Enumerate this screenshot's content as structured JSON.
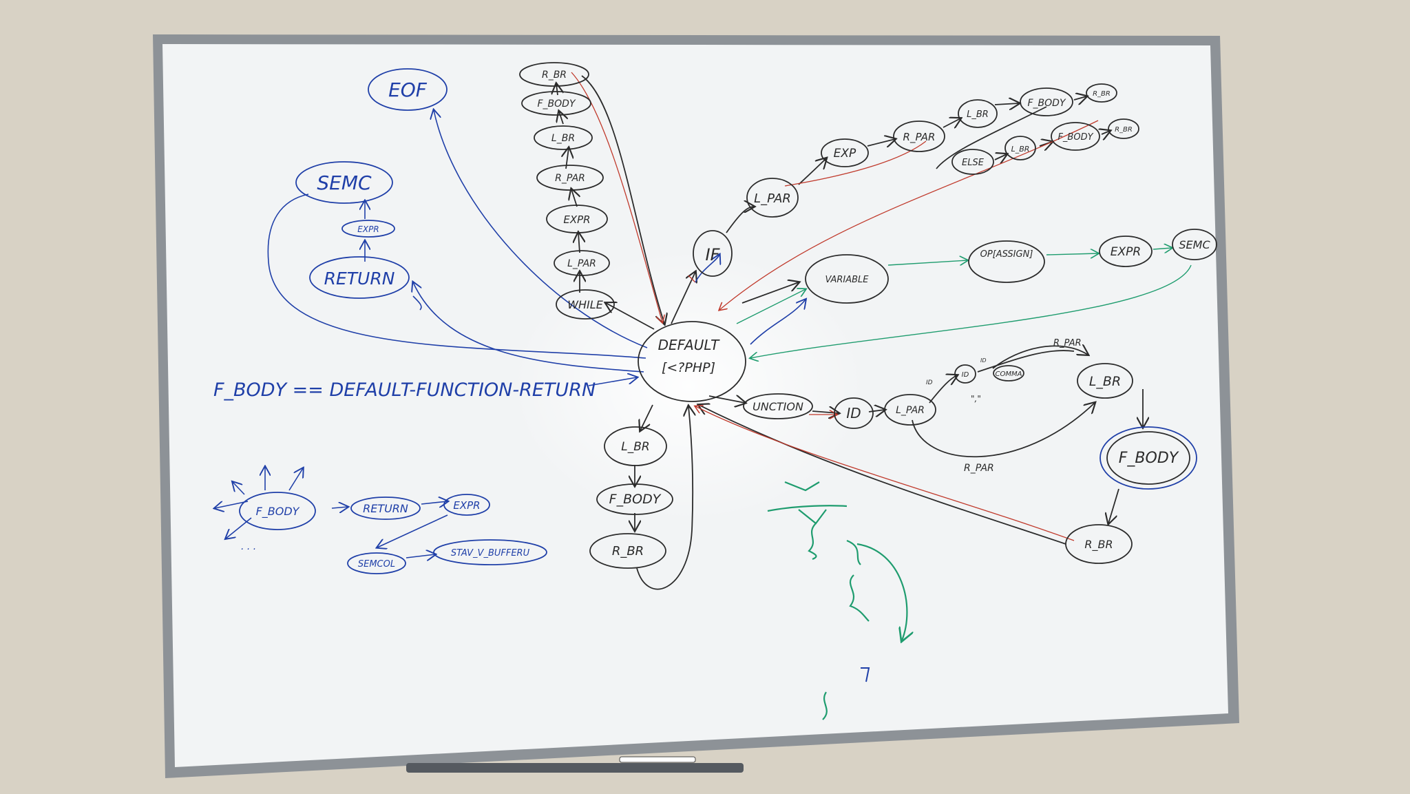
{
  "colors": {
    "wall": "#d9d3c6",
    "frame": "#8d9297",
    "board": "#f2f4f5",
    "ink_black": "#2b2b2b",
    "ink_blue": "#1f3fa8",
    "ink_red": "#c0392b",
    "ink_green": "#1e9c6e"
  },
  "diagram": {
    "nodes": {
      "eof": "EOF",
      "semc_left": "SEMC",
      "expr_small": "EXPR",
      "return_left": "RETURN",
      "r_br_top": "R_BR",
      "f_body_top": "F_BODY",
      "l_br_top": "L_BR",
      "r_par_top": "R_PAR",
      "expr_top": "EXPR",
      "l_par_top": "L_PAR",
      "while": "WHILE",
      "default_1": "DEFAULT",
      "default_2": "[<?PHP]",
      "if": "IF",
      "l_par_if": "L_PAR",
      "exp_if": "EXP",
      "r_par_if": "R_PAR",
      "l_br_if": "L_BR",
      "f_body_if": "F_BODY",
      "r_br_if": "R_BR",
      "else": "ELSE",
      "l_br_else": "L_BR",
      "f_body_else": "F_BODY",
      "r_br_else": "R_BR",
      "variable": "VARIABLE",
      "op_assign": "OP[ASSIGN]",
      "expr_var": "EXPR",
      "semc_var": "SEMC",
      "function": "UNCTION",
      "id_func": "ID",
      "l_par_func": "L_PAR",
      "id_param": "ID",
      "comma": "COMMA",
      "l_br_func": "L_BR",
      "f_body_func": "F_BODY",
      "r_br_func": "R_BR",
      "l_br_bottom": "L_BR",
      "f_body_bottom": "F_BODY",
      "r_br_bottom": "R_BR",
      "f_body_legend": "F_BODY",
      "return_legend": "RETURN",
      "expr_legend": "EXPR",
      "semcol_legend": "SEMCOL",
      "stav_legend": "STAV_V_BUFFERU"
    },
    "labels": {
      "fbody_definition": "F_BODY == DEFAULT-FUNCTION-RETURN",
      "r_par_upper": "R_PAR",
      "r_par_lower": "R_PAR",
      "comma_char": "\",\"",
      "id_small_1": "ID",
      "id_small_2": "ID",
      "dots": ". . ."
    }
  }
}
